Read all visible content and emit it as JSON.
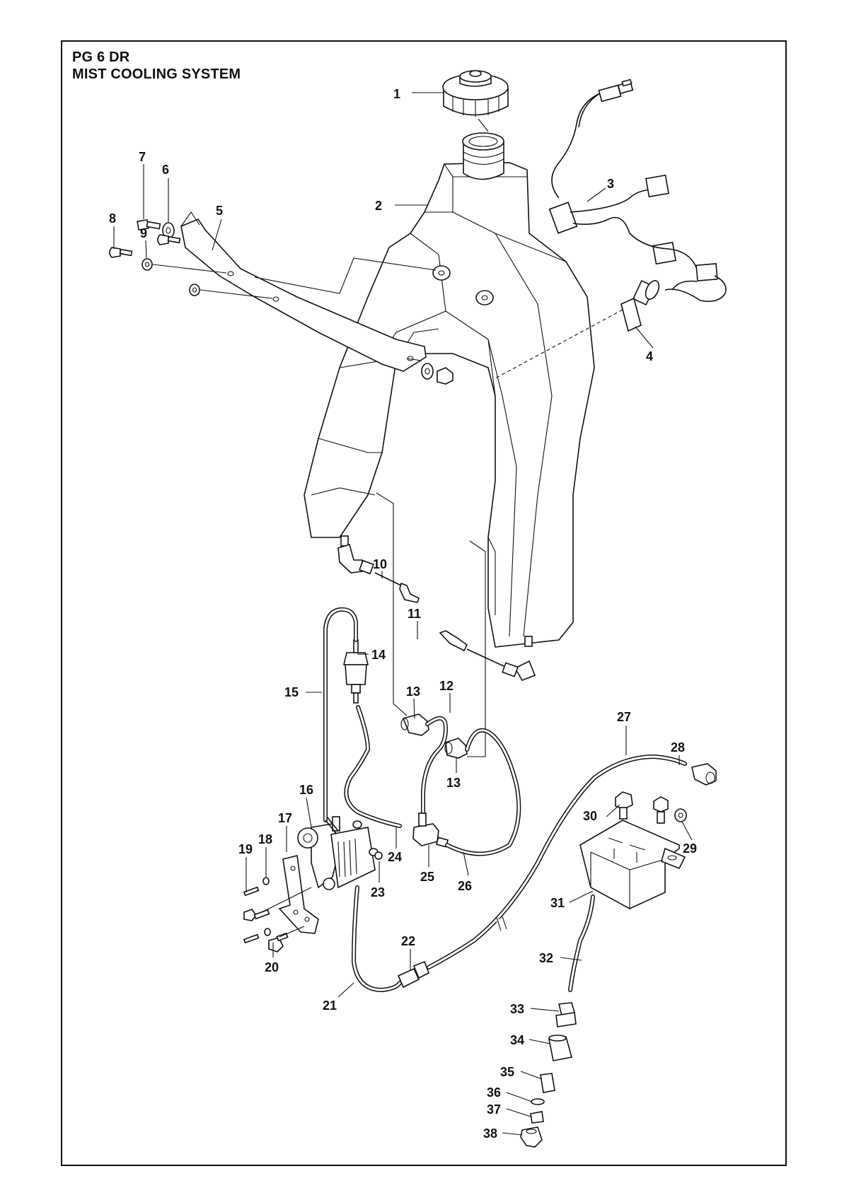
{
  "header": {
    "model": "PG 6 DR",
    "section": "MIST COOLING SYSTEM"
  },
  "callouts": [
    "1",
    "2",
    "3",
    "4",
    "5",
    "6",
    "7",
    "8",
    "9",
    "10",
    "11",
    "12",
    "13",
    "13",
    "14",
    "15",
    "16",
    "17",
    "18",
    "19",
    "20",
    "21",
    "22",
    "23",
    "24",
    "25",
    "26",
    "27",
    "28",
    "29",
    "30",
    "31",
    "32",
    "33",
    "34",
    "35",
    "36",
    "37",
    "38"
  ]
}
